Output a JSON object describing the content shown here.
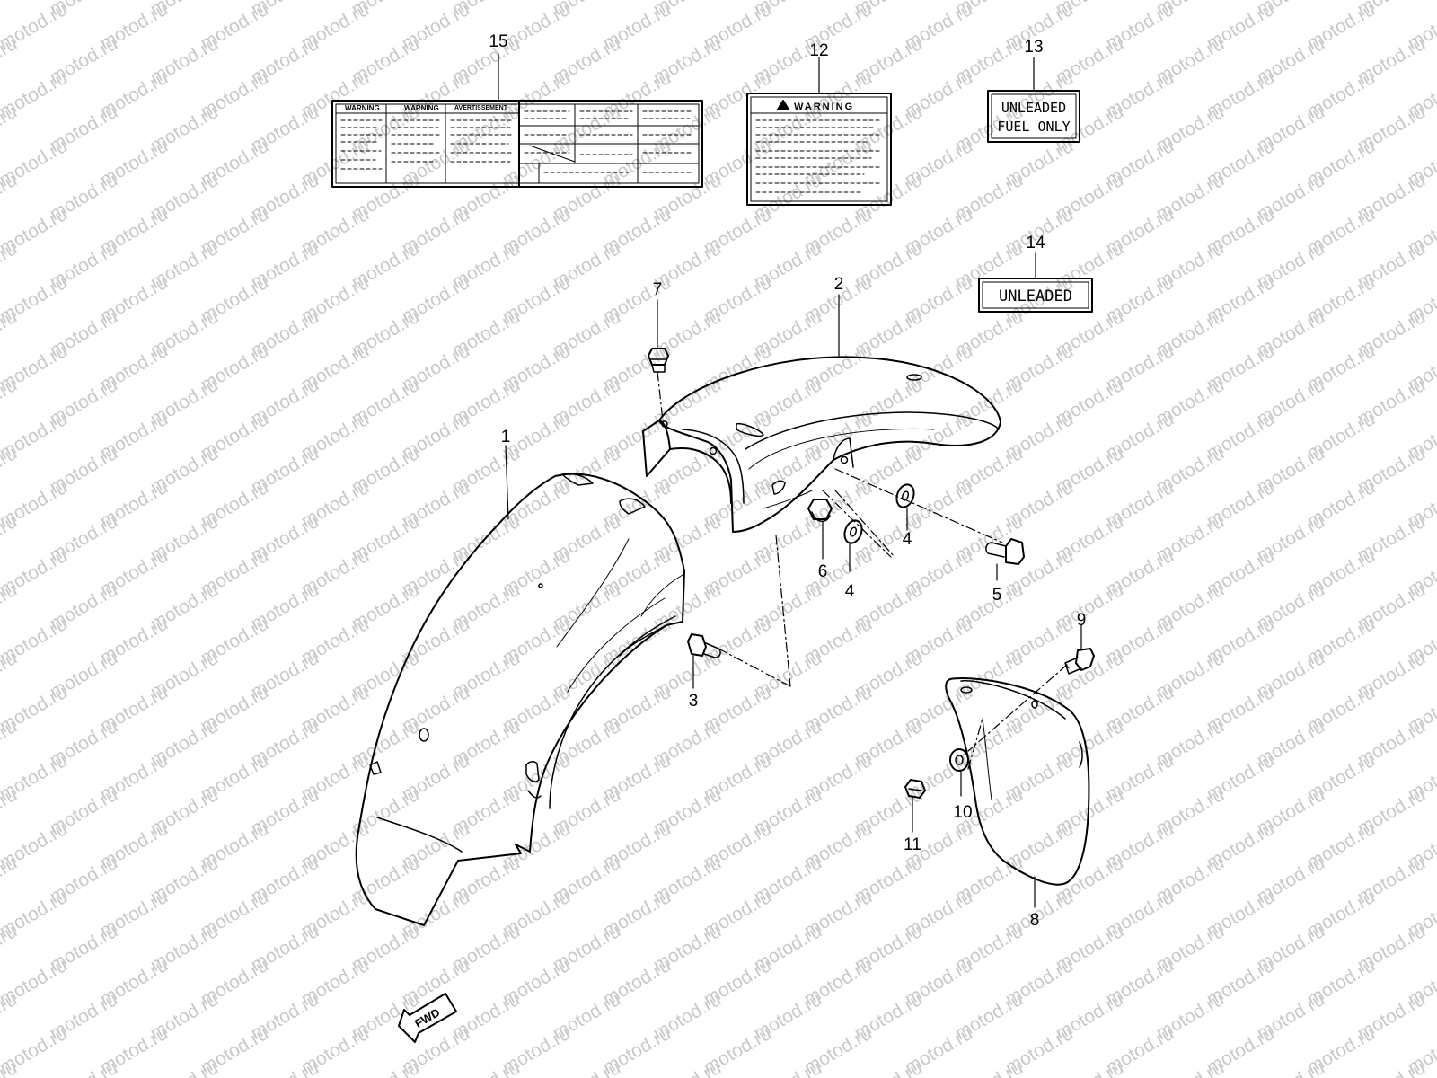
{
  "watermark": "motod.ru",
  "callouts": {
    "c1": "1",
    "c2": "2",
    "c3": "3",
    "c4a": "4",
    "c4b": "4",
    "c5": "5",
    "c6": "6",
    "c7": "7",
    "c8": "8",
    "c9": "9",
    "c10": "10",
    "c11": "11",
    "c12": "12",
    "c13": "13",
    "c14": "14",
    "c15": "15"
  },
  "labels": {
    "label15_header1": "WARNING",
    "label15_header2": "WARNING",
    "label15_header3": "AVERTISSEMENT",
    "label12_title": "WARNING",
    "label13_line1": "UNLEADED",
    "label13_line2": "FUEL ONLY",
    "label14_text": "UNLEADED"
  },
  "fwd_arrow": "FWD"
}
